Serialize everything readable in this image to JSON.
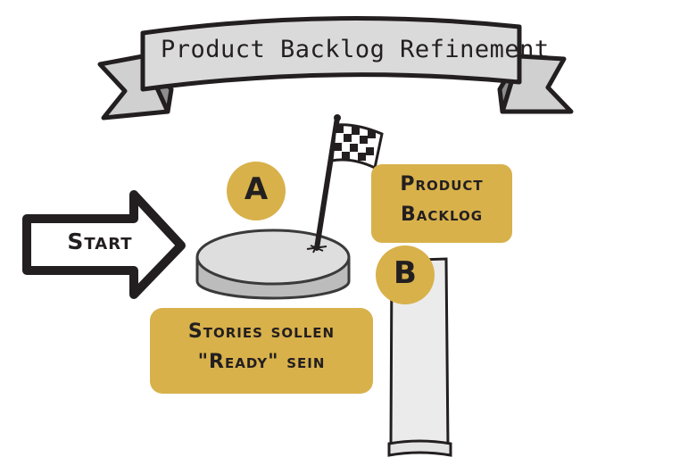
{
  "title": "Product Backlog Refinement",
  "start_label": "Start",
  "badges": {
    "a": "A",
    "b": "B"
  },
  "product_backlog_label": {
    "line1": "Product",
    "line2": "Backlog"
  },
  "ready_label": {
    "line1": "Stories sollen",
    "line2": "\"Ready\" sein"
  },
  "colors": {
    "accent": "#d8b14b",
    "outline": "#231f20",
    "ribbon": "#d7d7d7",
    "disc": "#dedede",
    "scroll": "#ebebeb"
  }
}
